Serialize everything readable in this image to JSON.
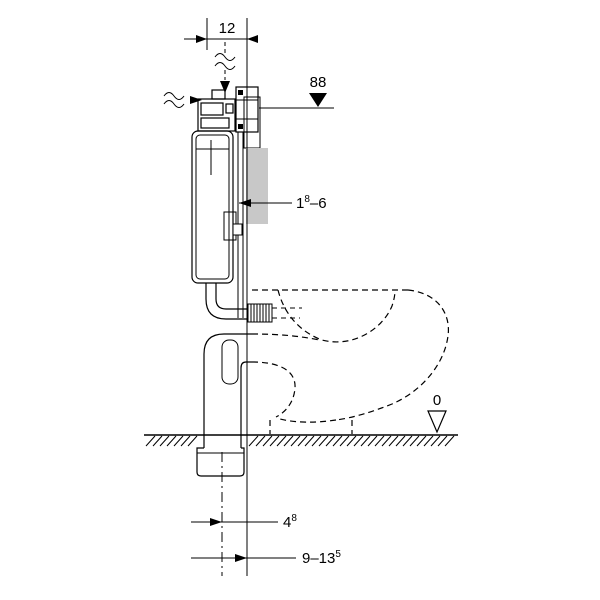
{
  "diagram": {
    "dim_frame_depth": "12",
    "dim_top_height": "88",
    "dim_wall_finish_base": "1",
    "dim_wall_finish_sup": "8",
    "dim_wall_finish_rest": "–6",
    "dim_floor_level": "0",
    "dim_outlet_a_base": "4",
    "dim_outlet_a_sup": "8",
    "dim_outlet_b_base": "9–13",
    "dim_outlet_b_sup": "5"
  },
  "colors": {
    "line": "#000000",
    "cover_fill": "#c8c8c8",
    "background": "#ffffff"
  }
}
